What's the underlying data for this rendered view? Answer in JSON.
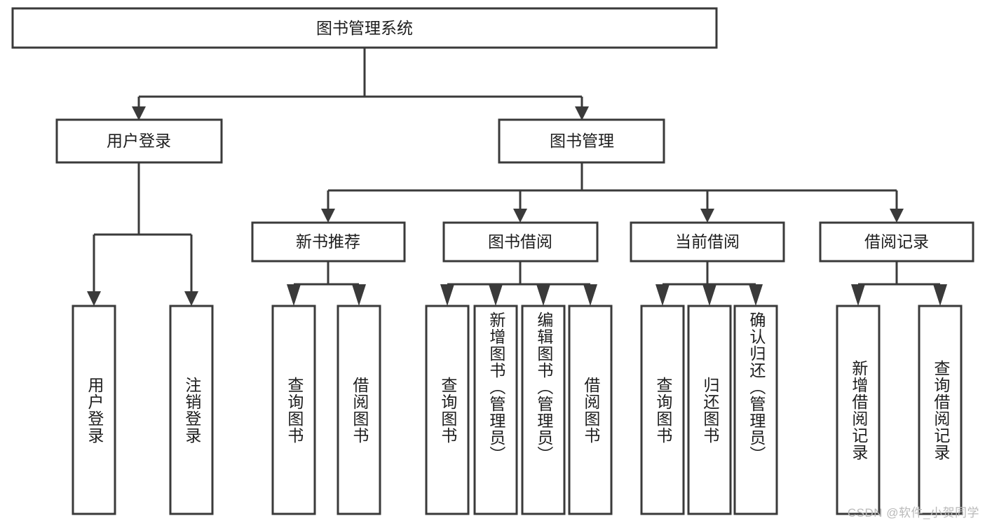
{
  "diagram": {
    "type": "tree",
    "title": "图书管理系统",
    "watermark": "CSDN @软件_小贺同学",
    "colors": {
      "box_stroke": "#3a3a3a",
      "box_fill": "#ffffff",
      "text": "#1d1d1d",
      "connector": "#3a3a3a",
      "watermark": "#b9b9b9",
      "background": "#ffffff"
    },
    "root": {
      "label": "图书管理系统"
    },
    "level2": [
      {
        "label": "用户登录"
      },
      {
        "label": "图书管理"
      }
    ],
    "level3": [
      {
        "label": "新书推荐"
      },
      {
        "label": "图书借阅"
      },
      {
        "label": "当前借阅"
      },
      {
        "label": "借阅记录"
      }
    ],
    "leaves": {
      "user_login": [
        {
          "label": "用户登录"
        },
        {
          "label": "注销登录"
        }
      ],
      "new_book_recommend": [
        {
          "label": "查询图书"
        },
        {
          "label": "借阅图书"
        }
      ],
      "book_borrow": [
        {
          "label": "查询图书"
        },
        {
          "label": "新增图书（管理员）"
        },
        {
          "label": "编辑图书（管理员）"
        },
        {
          "label": "借阅图书"
        }
      ],
      "current_borrow": [
        {
          "label": "查询图书"
        },
        {
          "label": "归还图书"
        },
        {
          "label": "确认归还（管理员）"
        }
      ],
      "borrow_record": [
        {
          "label": "新增借阅记录"
        },
        {
          "label": "查询借阅记录"
        }
      ]
    }
  }
}
